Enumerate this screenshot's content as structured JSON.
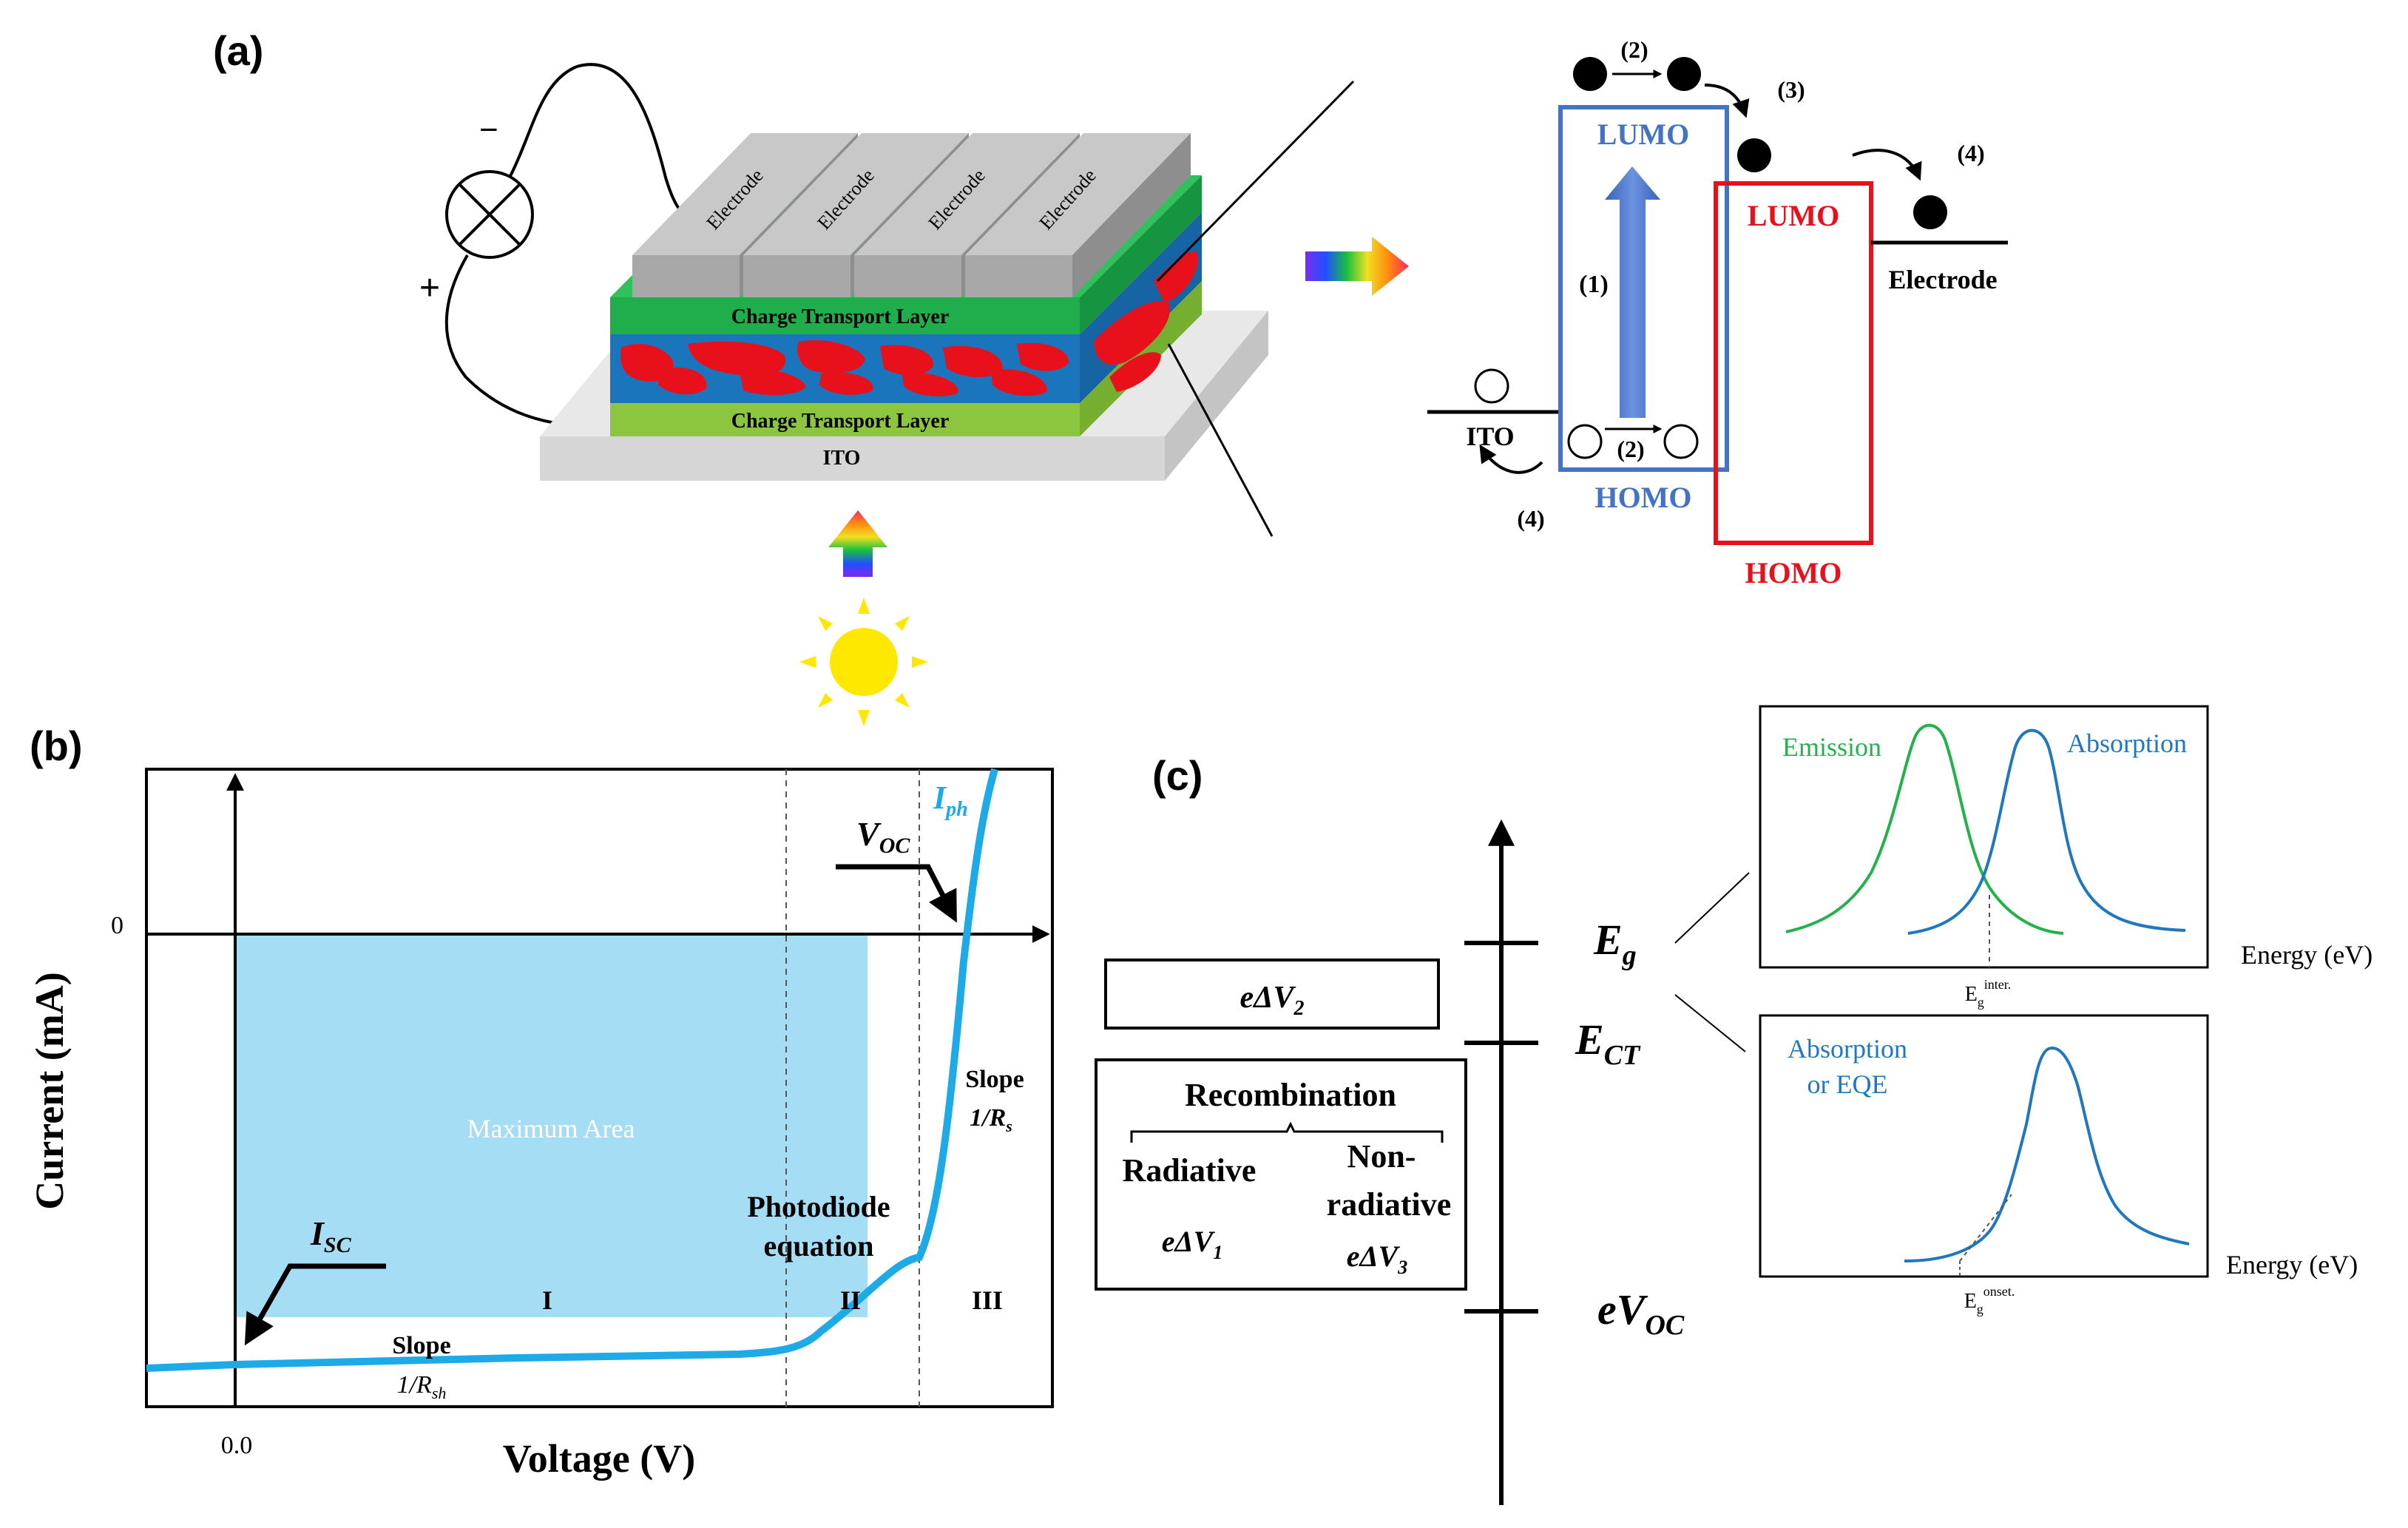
{
  "panel_a": {
    "label": "(a)",
    "minus": "−",
    "plus": "+",
    "electrodes": [
      "Electrode",
      "Electrode",
      "Electrode",
      "Electrode"
    ],
    "ctl_top": "Charge Transport Layer",
    "ctl_bottom": "Charge Transport Layer",
    "ito": "ITO",
    "energy": {
      "lumo_left": "LUMO",
      "homo_left": "HOMO",
      "lumo_right": "LUMO",
      "homo_right": "HOMO",
      "ito": "ITO",
      "electrode": "Electrode",
      "step1": "(1)",
      "step2_top": "(2)",
      "step2_bottom": "(2)",
      "step3": "(3)",
      "step4_right": "(4)",
      "step4_left": "(4)"
    },
    "colors": {
      "donor": "#4472C4",
      "acceptor": "#E8101A",
      "ctl_top": "#1FAE4B",
      "ctl_bottom": "#8CC63F",
      "active": "#1B75BC"
    }
  },
  "panel_b": {
    "label": "(b)",
    "ylabel": "Current (mA)",
    "xlabel": "Voltage (V)",
    "zero_y": "0",
    "zero_x": "0.0",
    "iph_main": "I",
    "iph_sub": "ph",
    "voc_main": "V",
    "voc_sub": "OC",
    "isc_main": "I",
    "isc_sub": "SC",
    "max_area": "Maximum Area",
    "region_1": "I",
    "region_2": "II",
    "region_3": "III",
    "photodiode_1": "Photodiode",
    "photodiode_2": "equation",
    "slope_rs_1": "Slope",
    "slope_rs_main": "1/R",
    "slope_rs_sub": "s",
    "slope_rsh_1": "Slope",
    "slope_rsh_main": "1/R",
    "slope_rsh_sub": "sh",
    "colors": {
      "curve": "#1EAAE6",
      "area": "#A5DDF4"
    }
  },
  "panel_c": {
    "label": "(c)",
    "eg_main": "E",
    "eg_sub": "g",
    "ect_main": "E",
    "ect_sub": "CT",
    "evoc_main": "eV",
    "evoc_sub": "OC",
    "dv2_main": "eΔV",
    "dv2_sub": "2",
    "recombination": "Recombination",
    "radiative": "Radiative",
    "dv1_main": "eΔV",
    "dv1_sub": "1",
    "nonrad_1": "Non-",
    "nonrad_2": "radiative",
    "dv3_main": "eΔV",
    "dv3_sub": "3",
    "top_inset": {
      "emission": "Emission",
      "absorption": "Absorption",
      "eg_main": "E",
      "eg_sub": "g",
      "eg_sup": "inter.",
      "xaxis": "Energy (eV)"
    },
    "bottom_inset": {
      "absorption_1": "Absorption",
      "absorption_2": "or EQE",
      "eg_main": "E",
      "eg_sub": "g",
      "eg_sup": "onset.",
      "xaxis": "Energy (eV)"
    },
    "colors": {
      "emission": "#22B24C",
      "absorption": "#1F77C0"
    }
  }
}
